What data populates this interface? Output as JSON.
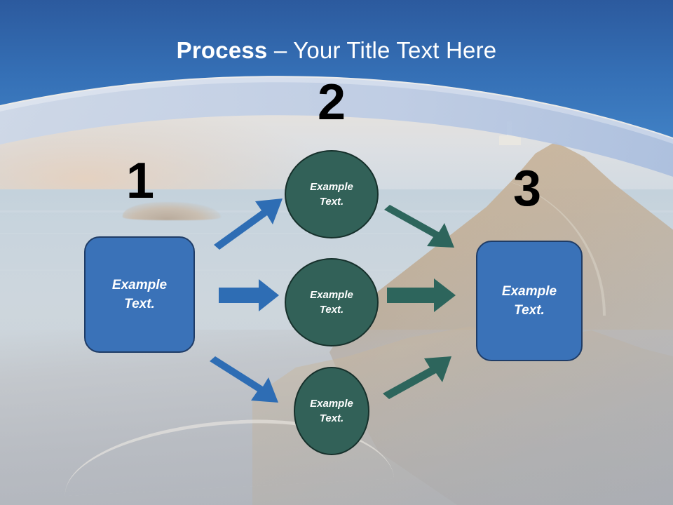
{
  "slide": {
    "title": {
      "bold_part": "Process",
      "rest_part": " – Your Title Text Here"
    },
    "background": {
      "description": "coastal-headland-lighthouse-photo"
    }
  },
  "theme": {
    "header_gradient_top": "#2c5a9e",
    "header_gradient_bottom": "#3d7ac0",
    "swoosh_light": "#aabede",
    "swoosh_pale": "#d4dcea",
    "box_fill": "#3a72b8",
    "box_border": "#1f3c66",
    "circle_fill": "#326158",
    "circle_border": "#16302b",
    "arrow_blue": "#2e6db4",
    "arrow_teal": "#2d655c",
    "number_color": "#000000",
    "shape_text_color": "#ffffff",
    "title_text_color": "#ffffff"
  },
  "steps": [
    {
      "number": "1",
      "icon": "step-number-1"
    },
    {
      "number": "2",
      "icon": "step-number-2"
    },
    {
      "number": "3",
      "icon": "step-number-3"
    }
  ],
  "shapes": {
    "start_box": {
      "line1": "Example",
      "line2": "Text."
    },
    "end_box": {
      "line1": "Example",
      "line2": "Text."
    },
    "circle_top": {
      "line1": "Example",
      "line2": "Text."
    },
    "circle_middle": {
      "line1": "Example",
      "line2": "Text."
    },
    "circle_bottom": {
      "line1": "Example",
      "line2": "Text."
    }
  },
  "connectors": [
    {
      "name": "start-to-top",
      "direction": "up-right",
      "color": "#2e6db4"
    },
    {
      "name": "start-to-middle",
      "direction": "right",
      "color": "#2e6db4"
    },
    {
      "name": "start-to-bottom",
      "direction": "down-right",
      "color": "#2e6db4"
    },
    {
      "name": "top-to-end",
      "direction": "down-right",
      "color": "#2d655c"
    },
    {
      "name": "middle-to-end",
      "direction": "right",
      "color": "#2d655c"
    },
    {
      "name": "bottom-to-end",
      "direction": "up-right",
      "color": "#2d655c"
    }
  ]
}
